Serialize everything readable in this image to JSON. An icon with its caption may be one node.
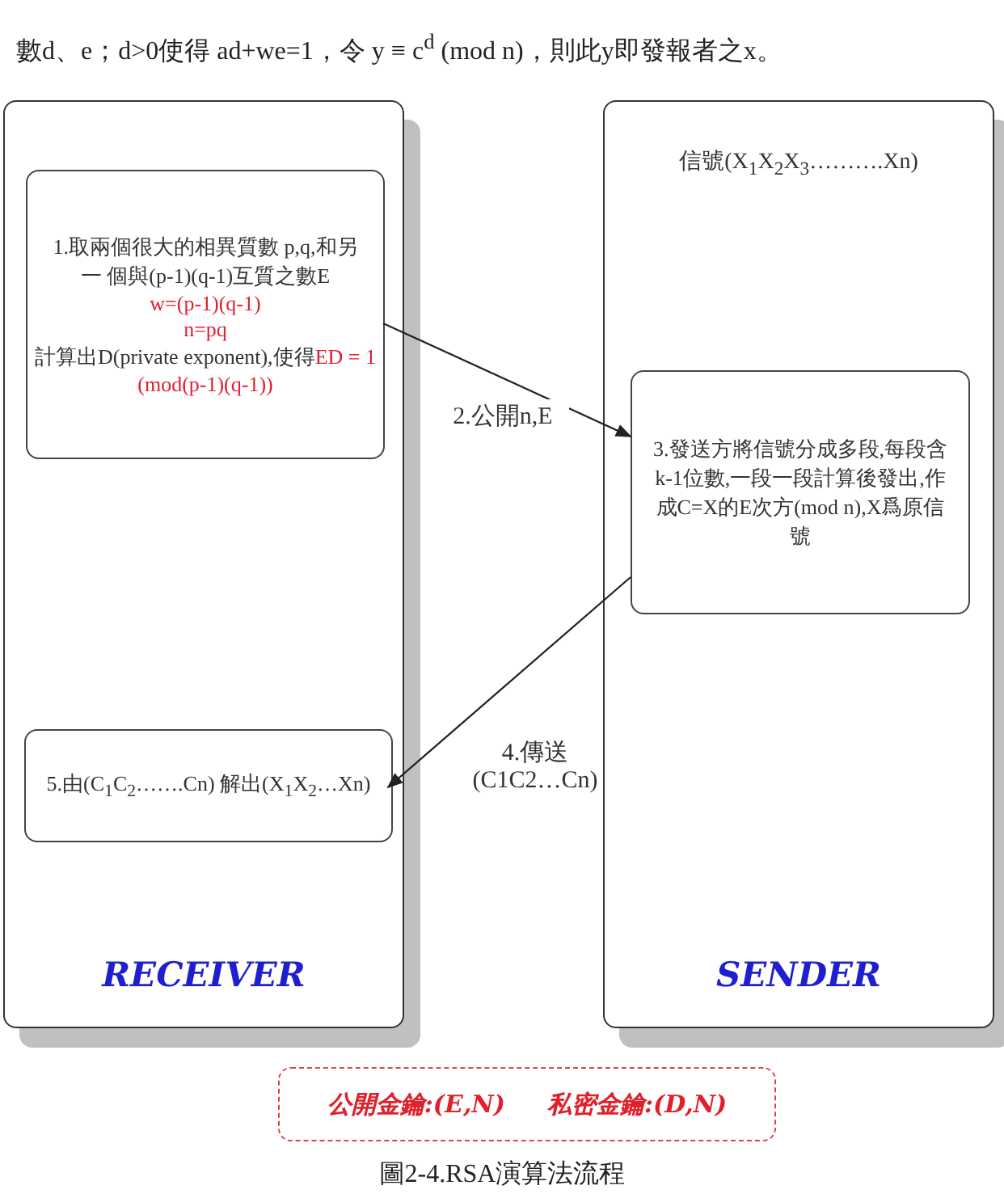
{
  "diagram": {
    "caption": "圖2-4.RSA演算法流程",
    "nodes": [
      {
        "text": [
          "RECEIVER"
        ]
      },
      {
        "text": [
          "1.取兩個很大的相異質數 p,q,和另一 個與(p-1)(q-1)互質之數E",
          "w=(p-1)(q-1)",
          "n=pq",
          "計算出D(private exponent),使得",
          "ED = 1 (mod(p-1)(q-1))"
        ],
        "in": 0
      },
      {
        "text": [
          "5.由(C$_{1}$C$_{2}$…….Cn) 解出(X$_{1}$X$_{2}$…Xn)"
        ],
        "in": 0
      },
      {
        "text": [
          "信號(X$_{1}$X$_{2}$X$_{3}$……….Xn)",
          "SENDER"
        ]
      },
      {
        "text": [
          "3.發送方將信號分成多段,每段含k-1位數,一段一段計算後發出,作成C=X的E次方(mod n),X爲原信號"
        ],
        "in": 3
      },
      {
        "text": [
          "公開金鑰:(E,N)",
          "私密金鑰:(D,N)"
        ]
      }
    ],
    "edges": [
      {
        "from": 1,
        "to": 4,
        "arrow": "to",
        "label": "2.公開n,E"
      },
      {
        "from": 4,
        "to": 2,
        "arrow": "to",
        "label": "4.傳送 (C1C2…Cn)"
      }
    ],
    "labels": [
      "數d、e；d>0使得 ad+we=1，令 y ≡ c$^{d}$ (mod n)，則此y即發報者之x。"
    ]
  }
}
